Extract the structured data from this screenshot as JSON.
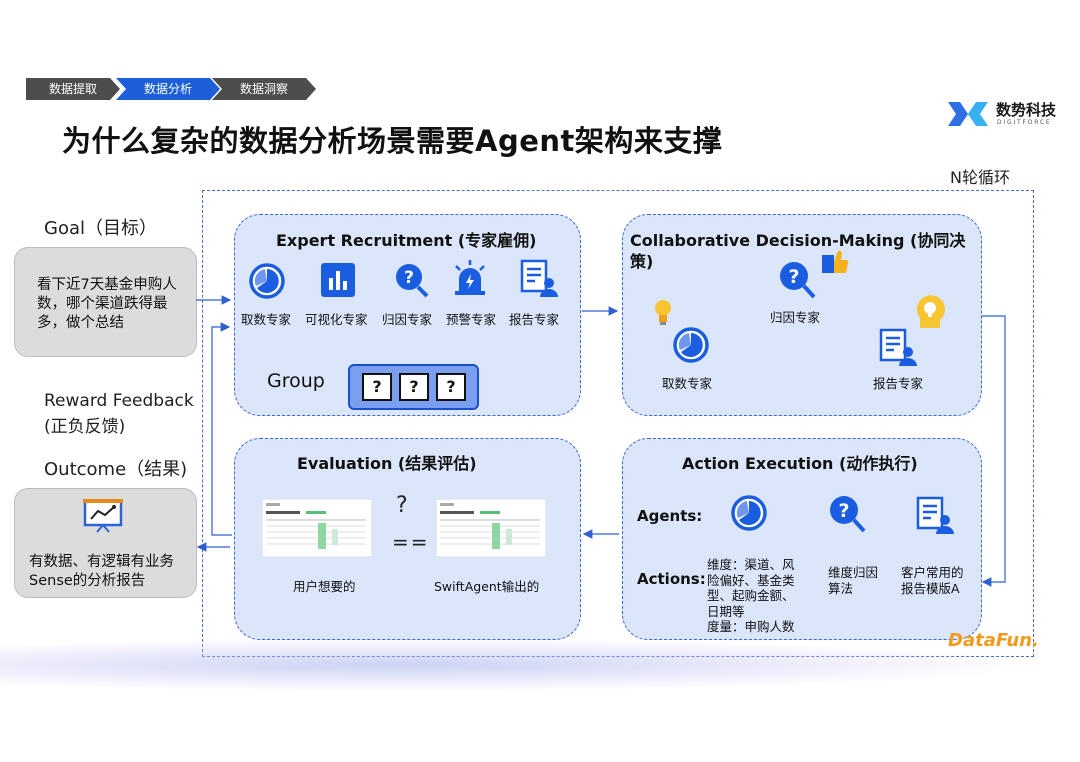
{
  "breadcrumbs": [
    "数据提取",
    "数据分析",
    "数据洞察"
  ],
  "logo": {
    "name": "数势科技",
    "sub": "DIGITFORCE"
  },
  "title": "为什么复杂的数据分析场景需要Agent架构来支撑",
  "loop_label": "N轮循环",
  "goal": {
    "title": "Goal（目标）",
    "text": "看下近7天基金申购人数，哪个渠道跌得最多，做个总结"
  },
  "reward": {
    "line1": "Reward Feedback",
    "line2": "(正负反馈)"
  },
  "outcome": {
    "title": "Outcome（结果)",
    "text": "有数据、有逻辑有业务Sense的分析报告"
  },
  "recruit": {
    "title": "Expert Recruitment (专家雇佣)",
    "experts": [
      "取数专家",
      "可视化专家",
      "归因专家",
      "预警专家",
      "报告专家"
    ],
    "group": "Group"
  },
  "collab": {
    "title_line1": "Collaborative Decision-Making (协同决",
    "title_line2": "策)",
    "nodes": [
      "归因专家",
      "取数专家",
      "报告专家"
    ]
  },
  "evaluation": {
    "title": "Evaluation (结果评估)",
    "question": "?",
    "equals": "==",
    "left_caption": "用户想要的",
    "right_caption": "SwiftAgent输出的"
  },
  "action": {
    "title": "Action Execution (动作执行)",
    "agents_label": "Agents:",
    "actions_label": "Actions:",
    "col1": [
      "维度：渠道、风",
      "险偏好、基金类",
      "型、起购金额、",
      "日期等",
      "度量：申购人数"
    ],
    "col2": [
      "维度归因",
      "算法"
    ],
    "col3": [
      "客户常用的",
      "报告模版A"
    ]
  },
  "watermark": "DataFun.",
  "colors": {
    "accent": "#1b5de0",
    "panel": "#dbe6fa",
    "breadcrumb": "#4d4d4d",
    "breadcrumb_active": "#1d5fd8"
  }
}
